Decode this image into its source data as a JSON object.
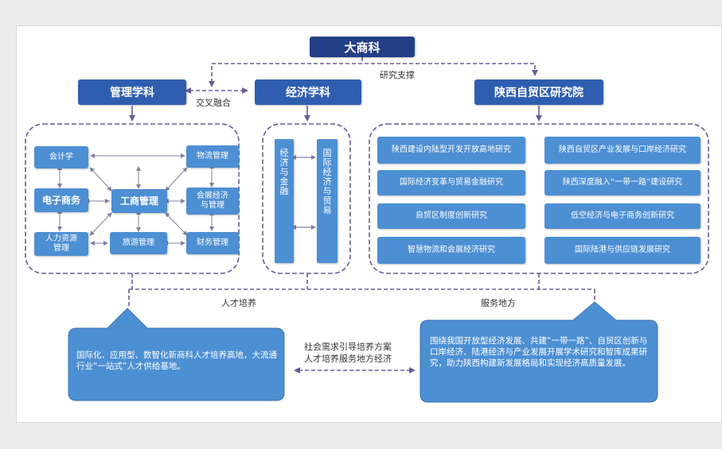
{
  "top": {
    "title": "大商科"
  },
  "headers": {
    "management": "管理学科",
    "economics": "经济学科",
    "institute": "陕西自贸区研究院"
  },
  "connectors": {
    "support": "研究支撑",
    "fusion": "交叉融合",
    "talent": "人才培养",
    "service": "服务地方",
    "bottom_line1": "社会需求引导培养方案",
    "bottom_line2": "人才培养服务地方经济"
  },
  "management_boxes": {
    "accounting": "会计学",
    "ecommerce": "电子商务",
    "hr": "人力资源管理",
    "business": "工商管理",
    "tourism": "旅游管理",
    "logistics": "物流管理",
    "exhibition": "会展经济与管理",
    "finance": "财务管理"
  },
  "economics_boxes": {
    "economics_finance": "经济与金融",
    "intl_trade": "国际经济与贸易"
  },
  "research": {
    "left": [
      "陕西建设内陆型开发开放高地研究",
      "国际经济变革与贸易金融研究",
      "自贸区制度创新研究",
      "智慧物流和会展经济研究"
    ],
    "right": [
      "陕西自贸区产业发展与口岸经济研究",
      "陕西深度融入“一带一路”建设研究",
      "低空经济与电子商务创新研究",
      "国际陆港与供应链发展研究"
    ]
  },
  "callouts": {
    "left": "国际化、应用型、数智化新商科人才培养高地，大流通行业“一站式”人才供给基地。",
    "right": "围绕我国开放型经济发展、共建“一带一路”、自贸区创新与口岸经济、陆港经济与产业发展开展学术研究和智库成果研究，助力陕西构建新发展格局和实现经济高质量发展。"
  },
  "colors": {
    "dark_blue": "#233f86",
    "header_blue": "#2f5eb0",
    "box_blue": "#4d8fd3",
    "dash_purple": "#6b5b95"
  }
}
